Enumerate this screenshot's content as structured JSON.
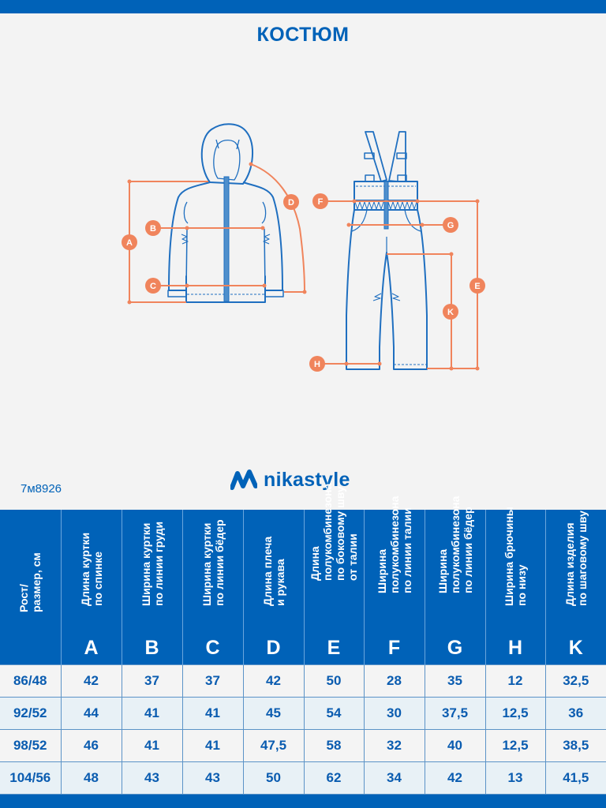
{
  "header": {
    "title": "КОСТЮМ",
    "accent_color": "#0062b8",
    "measure_color": "#f0845c"
  },
  "diagram": {
    "jacket_labels": [
      "A",
      "B",
      "C",
      "D"
    ],
    "overalls_labels": [
      "F",
      "G",
      "E",
      "K",
      "H"
    ]
  },
  "article": "7м8926",
  "brand": {
    "name": "nikastyle",
    "logo_icon": "wave-logo-icon"
  },
  "table": {
    "columns": [
      {
        "label": "Рост/\nразмер, см",
        "letter": ""
      },
      {
        "label": "Длина куртки\nпо спинке",
        "letter": "A"
      },
      {
        "label": "Ширина куртки\nпо линии груди",
        "letter": "B"
      },
      {
        "label": "Ширина куртки\nпо линии бёдер",
        "letter": "C"
      },
      {
        "label": "Длина плеча\nи рукава",
        "letter": "D"
      },
      {
        "label": "Длина\nполукомбинезона\nпо боковому шву\nот талии",
        "letter": "E"
      },
      {
        "label": "Ширина\nполукомбинезона\nпо линии талии",
        "letter": "F"
      },
      {
        "label": "Ширина\nполукомбинезона\nпо линии бёдер",
        "letter": "G"
      },
      {
        "label": "Ширина брючины\nпо низу",
        "letter": "H"
      },
      {
        "label": "Длина изделия\nпо шаговому шву",
        "letter": "K"
      }
    ],
    "rows": [
      [
        "86/48",
        "42",
        "37",
        "37",
        "42",
        "50",
        "28",
        "35",
        "12",
        "32,5"
      ],
      [
        "92/52",
        "44",
        "41",
        "41",
        "45",
        "54",
        "30",
        "37,5",
        "12,5",
        "36"
      ],
      [
        "98/52",
        "46",
        "41",
        "41",
        "47,5",
        "58",
        "32",
        "40",
        "12,5",
        "38,5"
      ],
      [
        "104/56",
        "48",
        "43",
        "43",
        "50",
        "62",
        "34",
        "42",
        "13",
        "41,5"
      ]
    ]
  }
}
